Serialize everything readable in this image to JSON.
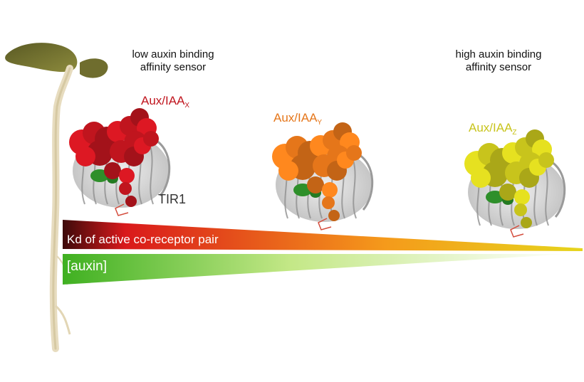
{
  "labels": {
    "low_caption": [
      "low auxin binding",
      "affinity sensor"
    ],
    "high_caption": [
      "high auxin binding",
      "affinity sensor"
    ],
    "tir1": "TIR1",
    "kd_bar": "Kd of active co-receptor pair",
    "auxin_bar": "[auxin]"
  },
  "proteins": [
    {
      "name": "Aux/IAA",
      "sub": "X",
      "color": "#c0151e"
    },
    {
      "name": "Aux/IAA",
      "sub": "Y",
      "color": "#e5761a"
    },
    {
      "name": "Aux/IAA",
      "sub": "Z",
      "color": "#c8c41c"
    }
  ],
  "colors": {
    "kd_gradient": [
      "#3d0a0a",
      "#d9191b",
      "#f59a1b",
      "#e6d51c"
    ],
    "auxin_gradient": [
      "#3fb021",
      "#c4e887",
      "#ffffff"
    ],
    "tir1_gray": "#bdbdbd",
    "auxin_green": "#2e8f2a",
    "seedling": "#e7dcbf"
  },
  "icons": [
    "seedling-illustration",
    "tir1-auxin-complex-x",
    "tir1-auxin-complex-y",
    "tir1-auxin-complex-z"
  ]
}
